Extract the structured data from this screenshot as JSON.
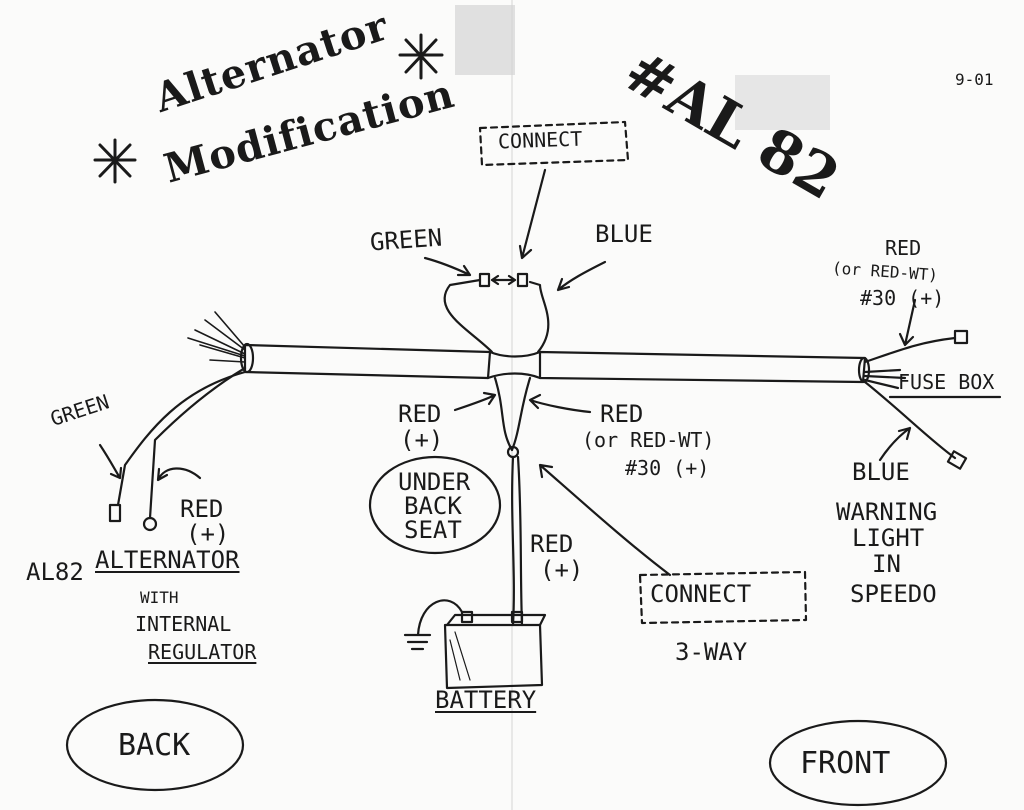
{
  "title": {
    "line1": "Alternator",
    "line2": "Modification",
    "stars": "*"
  },
  "model_code": "#AL 82",
  "date": "9-01",
  "labels": {
    "connect_top": "CONNECT",
    "green_top": "GREEN",
    "blue_top": "BLUE",
    "red_right_1": "RED",
    "red_right_2": "(or RED-WT)",
    "red_right_3": "#30 (+)",
    "fuse_box": "FUSE BOX",
    "green_left": "GREEN",
    "red_left_1": "RED",
    "red_left_2": "(+)",
    "alt_prefix": "AL82",
    "alt_main": "ALTERNATOR",
    "alt_line2": "WITH",
    "alt_line3": "INTERNAL",
    "alt_line4": "REGULATOR",
    "red_center_1": "RED",
    "red_center_2": "(+)",
    "red_mid_1": "RED",
    "red_mid_2": "(or RED-WT)",
    "red_mid_3": "#30 (+)",
    "under_back_seat_1": "UNDER",
    "under_back_seat_2": "BACK",
    "under_back_seat_3": "SEAT",
    "red_battery_1": "RED",
    "red_battery_2": "(+)",
    "connect_3way_1": "CONNECT",
    "connect_3way_2": "3-WAY",
    "battery": "BATTERY",
    "blue_right": "BLUE",
    "warning_1": "WARNING",
    "warning_2": "LIGHT",
    "warning_3": "IN",
    "warning_4": "SPEEDO",
    "back": "BACK",
    "front": "FRONT"
  },
  "colors": {
    "ink": "#1a1a1a",
    "paper": "#fbfbfa",
    "smudge": "#c9c9c9"
  }
}
